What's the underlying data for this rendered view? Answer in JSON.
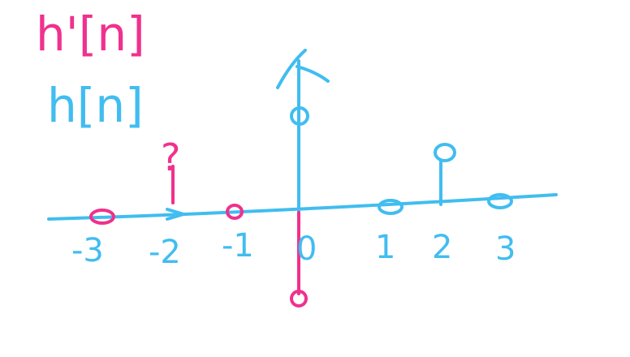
{
  "colors": {
    "blue": "#41bdf0",
    "pink": "#f0318d",
    "background": "#ffffff"
  },
  "legend": {
    "pink_label": "h'[n]",
    "blue_label": "h[n]"
  },
  "axis": {
    "tick_labels": [
      "-3",
      "-2",
      "-1",
      "0",
      "1",
      "2",
      "3"
    ]
  },
  "annotations": {
    "question_mark": "?"
  },
  "chart_data": {
    "type": "stem",
    "x": [
      -3,
      -2,
      -1,
      0,
      1,
      2,
      3
    ],
    "series": [
      {
        "name": "h[n]",
        "color": "#41bdf0",
        "points": [
          {
            "n": 0,
            "kind": "impulse-arrow"
          },
          {
            "n": 0,
            "kind": "circle-marker"
          },
          {
            "n": 1,
            "kind": "zero-marker"
          },
          {
            "n": 2,
            "kind": "stem-circle"
          },
          {
            "n": 3,
            "kind": "zero-marker"
          }
        ]
      },
      {
        "name": "h'[n]",
        "color": "#f0318d",
        "points": [
          {
            "n": -3,
            "kind": "zero-marker"
          },
          {
            "n": -2,
            "kind": "unknown",
            "label": "?"
          },
          {
            "n": -1,
            "kind": "zero-marker"
          },
          {
            "n": 0,
            "kind": "negative-stem-circle"
          }
        ]
      }
    ]
  }
}
